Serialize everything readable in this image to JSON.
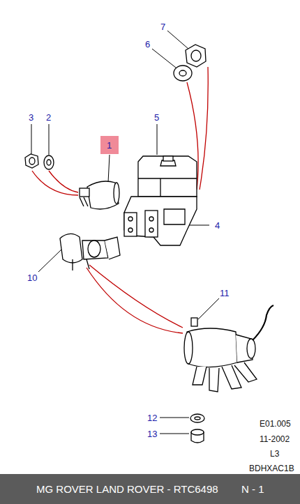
{
  "diagram": {
    "nodes": [
      {
        "text": [
          "1"
        ]
      },
      {
        "text": [
          "MG ROVER LAND ROVER - RTC6498",
          "N - 1"
        ]
      }
    ],
    "labels": [
      "3",
      "2",
      "7",
      "6",
      "5",
      "4",
      "10",
      "11",
      "12",
      "13",
      "E01.005",
      "11-2002",
      "L3",
      "BDHXAC1B"
    ]
  }
}
